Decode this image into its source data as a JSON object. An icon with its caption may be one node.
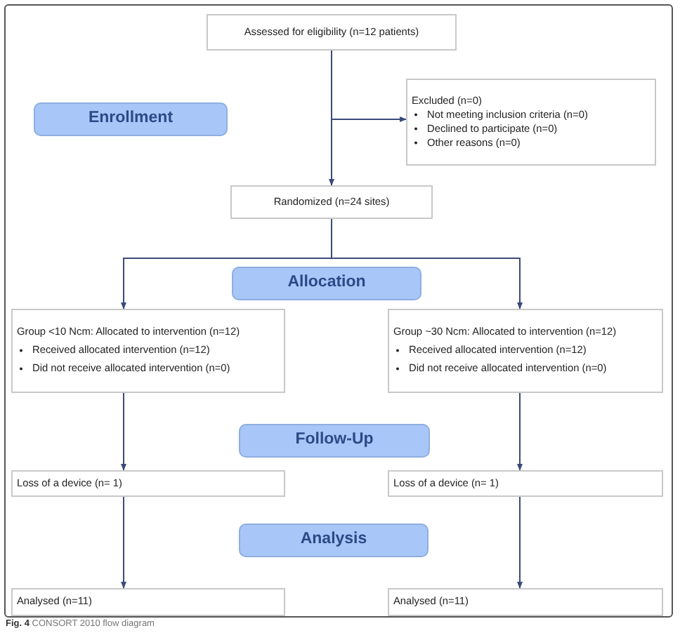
{
  "diagram": {
    "caption": "**Fig. 4** CONSORT 2010 flow diagram",
    "nodes": [
      {
        "text": [
          "Assessed for eligibility (n=12 patients)"
        ]
      },
      {
        "text": [
          "Enrollment"
        ]
      },
      {
        "text": [
          "Excluded (n=0)",
          "Not meeting inclusion criteria (n=0)",
          "Declined to participate (n=0)",
          "Other reasons (n=0)"
        ]
      },
      {
        "text": [
          "Randomized (n=24 sites)"
        ]
      },
      {
        "text": [
          "Allocation"
        ]
      },
      {
        "text": [
          "Group <10 Ncm: Allocated to intervention (n=12)",
          "Received allocated intervention (n=12)",
          "Did not receive allocated intervention (n=0)"
        ]
      },
      {
        "text": [
          "Group ~30 Ncm: Allocated to intervention (n=12)",
          "Received allocated intervention (n=12)",
          "Did not receive allocated intervention (n=0)"
        ]
      },
      {
        "text": [
          "Follow-Up"
        ]
      },
      {
        "text": [
          "Loss of a device (n= 1)"
        ]
      },
      {
        "text": [
          "Loss of a device (n= 1)"
        ]
      },
      {
        "text": [
          "Analysis"
        ]
      },
      {
        "text": [
          "Analysed (n=11)"
        ]
      },
      {
        "text": [
          "Analysed (n=11)"
        ]
      }
    ],
    "edges": [
      {
        "from": 0,
        "to": 3,
        "arrow": "to"
      },
      {
        "from": 0,
        "to": 2,
        "arrow": "to"
      },
      {
        "from": 3,
        "to": 5,
        "arrow": "to"
      },
      {
        "from": 3,
        "to": 6,
        "arrow": "to"
      },
      {
        "from": 5,
        "to": 8,
        "arrow": "to"
      },
      {
        "from": 6,
        "to": 9,
        "arrow": "to"
      },
      {
        "from": 8,
        "to": 11,
        "arrow": "to"
      },
      {
        "from": 9,
        "to": 12,
        "arrow": "to"
      }
    ]
  }
}
